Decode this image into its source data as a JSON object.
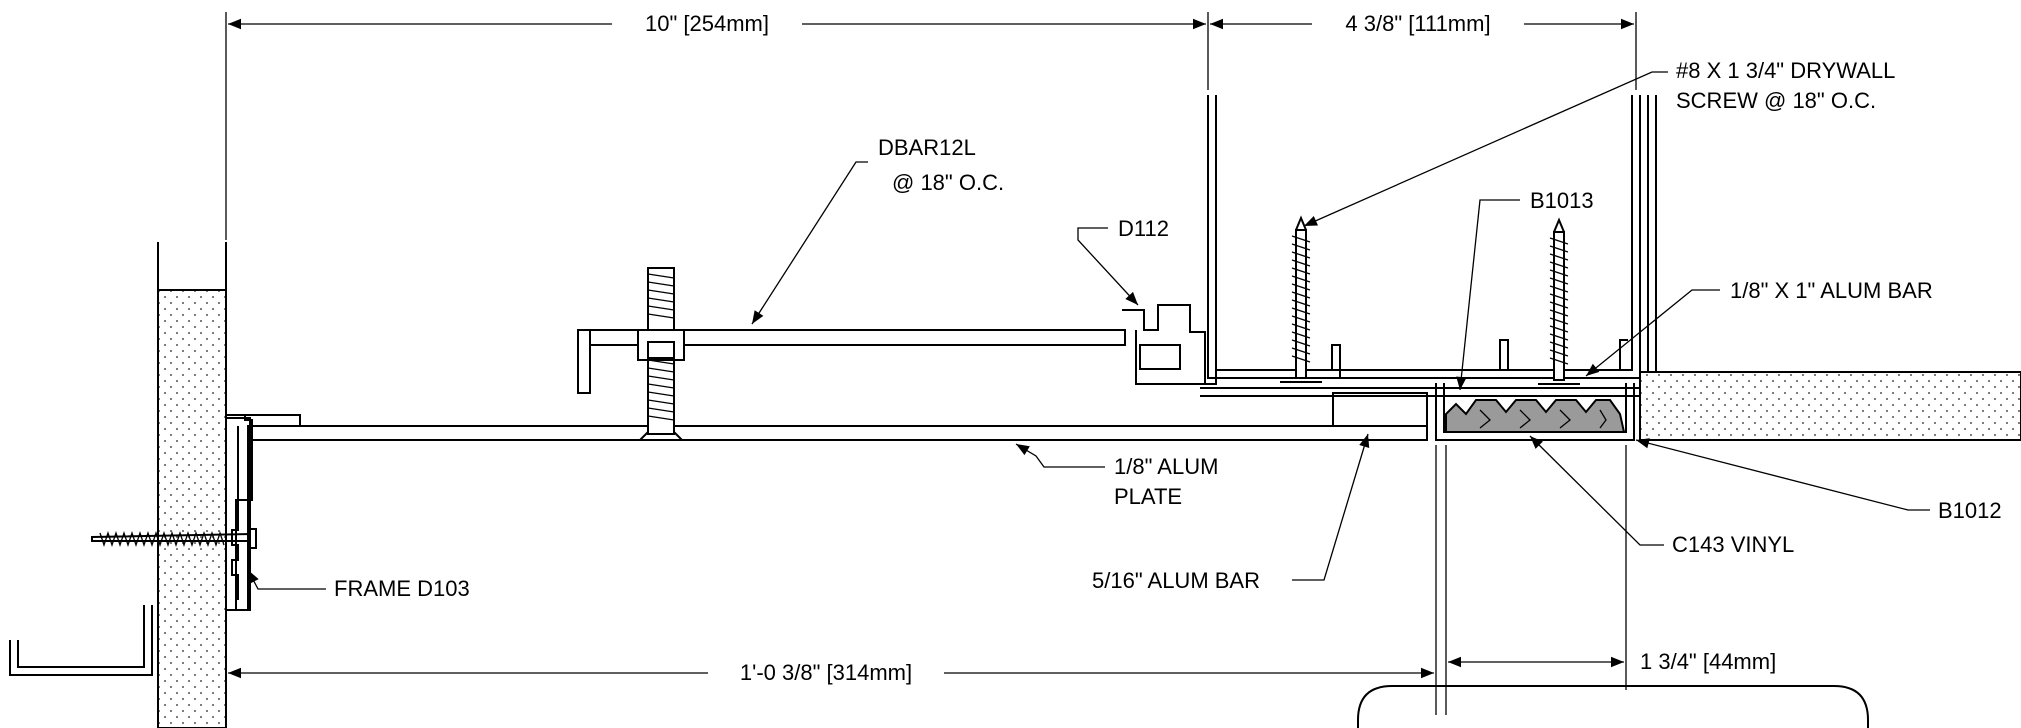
{
  "dimensions": {
    "top_left": "10\" [254mm]",
    "top_right": "4 3/8\" [111mm]",
    "bottom_left": "1'-0 3/8\" [314mm]",
    "bottom_right": "1 3/4\" [44mm]"
  },
  "callouts": {
    "screw_line1": "#8 X 1 3/4\" DRYWALL",
    "screw_line2": "SCREW @ 18\" O.C.",
    "dbar_line1": "DBAR12L",
    "dbar_line2": "@ 18\" O.C.",
    "d112": "D112",
    "b1013": "B1013",
    "alum_bar_small": "1/8\" X 1\" ALUM BAR",
    "plate_line1": "1/8\" ALUM",
    "plate_line2": "PLATE",
    "b1012": "B1012",
    "vinyl": "C143 VINYL",
    "alum_bar_large": "5/16\" ALUM BAR",
    "frame": "FRAME D103"
  },
  "colors": {
    "line": "#000000",
    "vinyl": "#9a9a9a",
    "background": "#ffffff"
  }
}
